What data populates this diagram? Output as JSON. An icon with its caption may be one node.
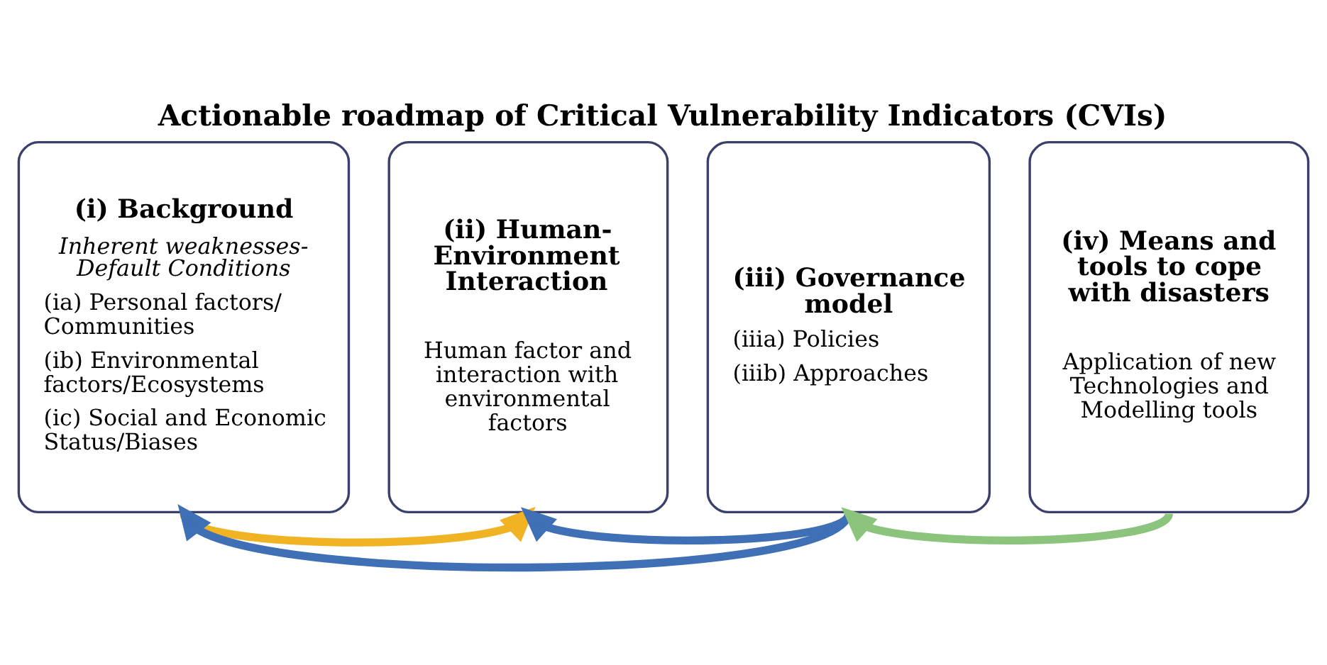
{
  "diagram": {
    "title": "Actionable roadmap of Critical Vulnerability Indicators (CVIs)",
    "nodes": [
      {
        "text": [
          "(i) Background",
          "Inherent weaknesses-Default Conditions",
          "(ia) Personal factors/ Communities",
          "(ib) Environmental factors/Ecosystems",
          "(ic) Social and Economic Status/Biases"
        ]
      },
      {
        "text": [
          "(ii) Human-Environment Interaction",
          "Human factor and interaction with environmental factors"
        ]
      },
      {
        "text": [
          "(iii) Governance model",
          "(iiia) Policies",
          "(iiib) Approaches"
        ]
      },
      {
        "text": [
          "(iv) Means and tools to cope with disasters",
          "Application of new Technologies and Modelling tools"
        ]
      }
    ],
    "edges": [
      {
        "from": 0,
        "to": 1,
        "arrow": "to",
        "color": "#f0b323"
      },
      {
        "from": 2,
        "to": 1,
        "arrow": "to",
        "color": "#3f6fb5"
      },
      {
        "from": 2,
        "to": 0,
        "arrow": "to",
        "color": "#3f6fb5"
      },
      {
        "from": 3,
        "to": 2,
        "arrow": "to",
        "color": "#8cc47e"
      }
    ]
  }
}
